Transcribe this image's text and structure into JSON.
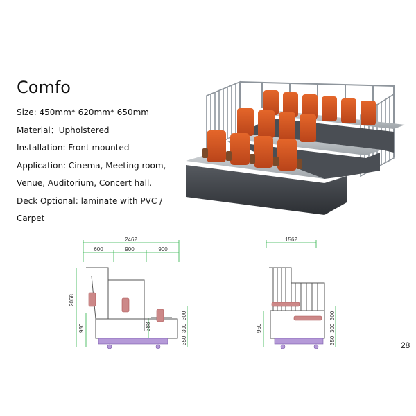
{
  "product": {
    "title": "Comfo",
    "specs": [
      "Size: 450mm* 620mm* 650mm",
      "Material：Upholstered",
      "Installation: Front mounted",
      "Application: Cinema, Meeting room,",
      "Venue, Auditorium, Concert hall.",
      "Deck Optional: laminate with PVC /",
      "Carpet"
    ]
  },
  "drawing_side": {
    "total_width": "2462",
    "row_widths": [
      "600",
      "900",
      "900"
    ],
    "total_height": "2068",
    "lower_height": "950",
    "step_height": "388",
    "tier_heights": [
      "300",
      "300",
      "350"
    ]
  },
  "drawing_front": {
    "total_width": "1562",
    "lower_height": "950",
    "tier_heights": [
      "300",
      "300",
      "350"
    ]
  },
  "page_number": "28",
  "colors": {
    "seat": "#d2531e",
    "frame": "#8e959c",
    "dimension": "#2db34a",
    "base": "#3a3d42"
  }
}
